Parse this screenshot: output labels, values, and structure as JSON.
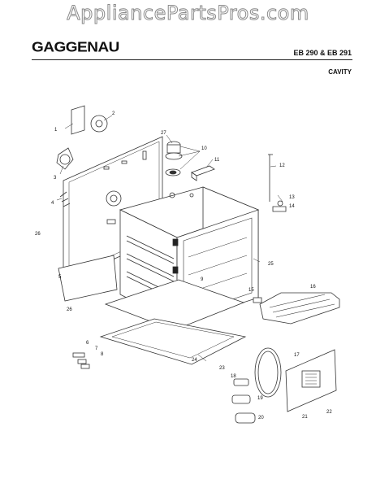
{
  "watermark": "AppliancePartsPros.com",
  "brand": "GAGGENAU",
  "model": "EB 290 & EB 291",
  "section": "CAVITY",
  "callouts": [
    "1",
    "2",
    "3",
    "4",
    "5",
    "6",
    "7",
    "8",
    "9",
    "10",
    "11",
    "12",
    "13",
    "14",
    "15",
    "16",
    "17",
    "18",
    "19",
    "20",
    "21",
    "22",
    "23",
    "24",
    "25",
    "26",
    "26",
    "27"
  ]
}
